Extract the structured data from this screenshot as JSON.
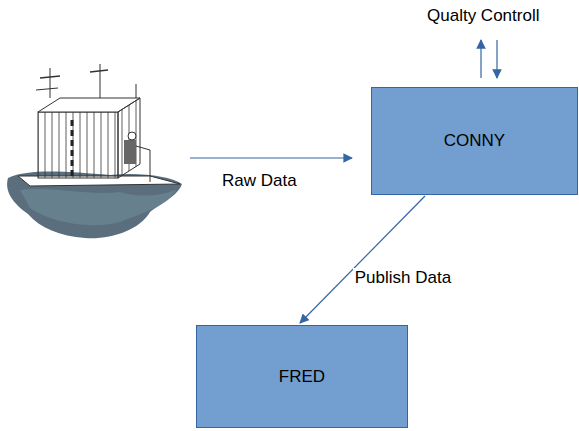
{
  "diagram": {
    "nodes": [
      {
        "text": [
          "CONNY"
        ]
      },
      {
        "text": [
          "FRED"
        ]
      }
    ],
    "edges": [
      {
        "from": 0,
        "to": 1,
        "label": "Publish Data",
        "arrow": "to"
      }
    ],
    "labels": [
      "Qualty Controll",
      "Raw Data"
    ]
  }
}
